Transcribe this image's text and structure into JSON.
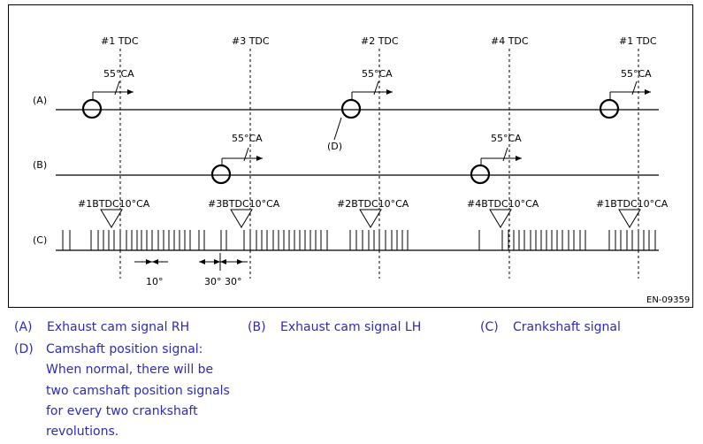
{
  "tdc_labels": [
    "#1 TDC",
    "#3 TDC",
    "#2 TDC",
    "#4 TDC",
    "#1 TDC"
  ],
  "row_labels": [
    "(A)",
    "(B)",
    "(C)"
  ],
  "angle_label": "55°CA",
  "d_marker": "(D)",
  "btdc_labels": [
    "#1BTDC10°CA",
    "#3BTDC10°CA",
    "#2BTDC10°CA",
    "#4BTDC10°CA",
    "#1BTDC10°CA"
  ],
  "dimension_labels": [
    "10°",
    "30°",
    "30°"
  ],
  "figure_code": "EN-09359",
  "legend": {
    "a_key": "(A)",
    "a_text": "Exhaust cam signal RH",
    "b_key": "(B)",
    "b_text": "Exhaust cam signal LH",
    "c_key": "(C)",
    "c_text": "Crankshaft signal",
    "d_key": "(D)",
    "d_lines": [
      "Camshaft position signal:",
      "When normal, there will be",
      "two camshaft position signals",
      "for every two crankshaft",
      "revolutions."
    ]
  },
  "colors": {
    "legend_text": "#2b2bb8",
    "line": "#000000"
  }
}
